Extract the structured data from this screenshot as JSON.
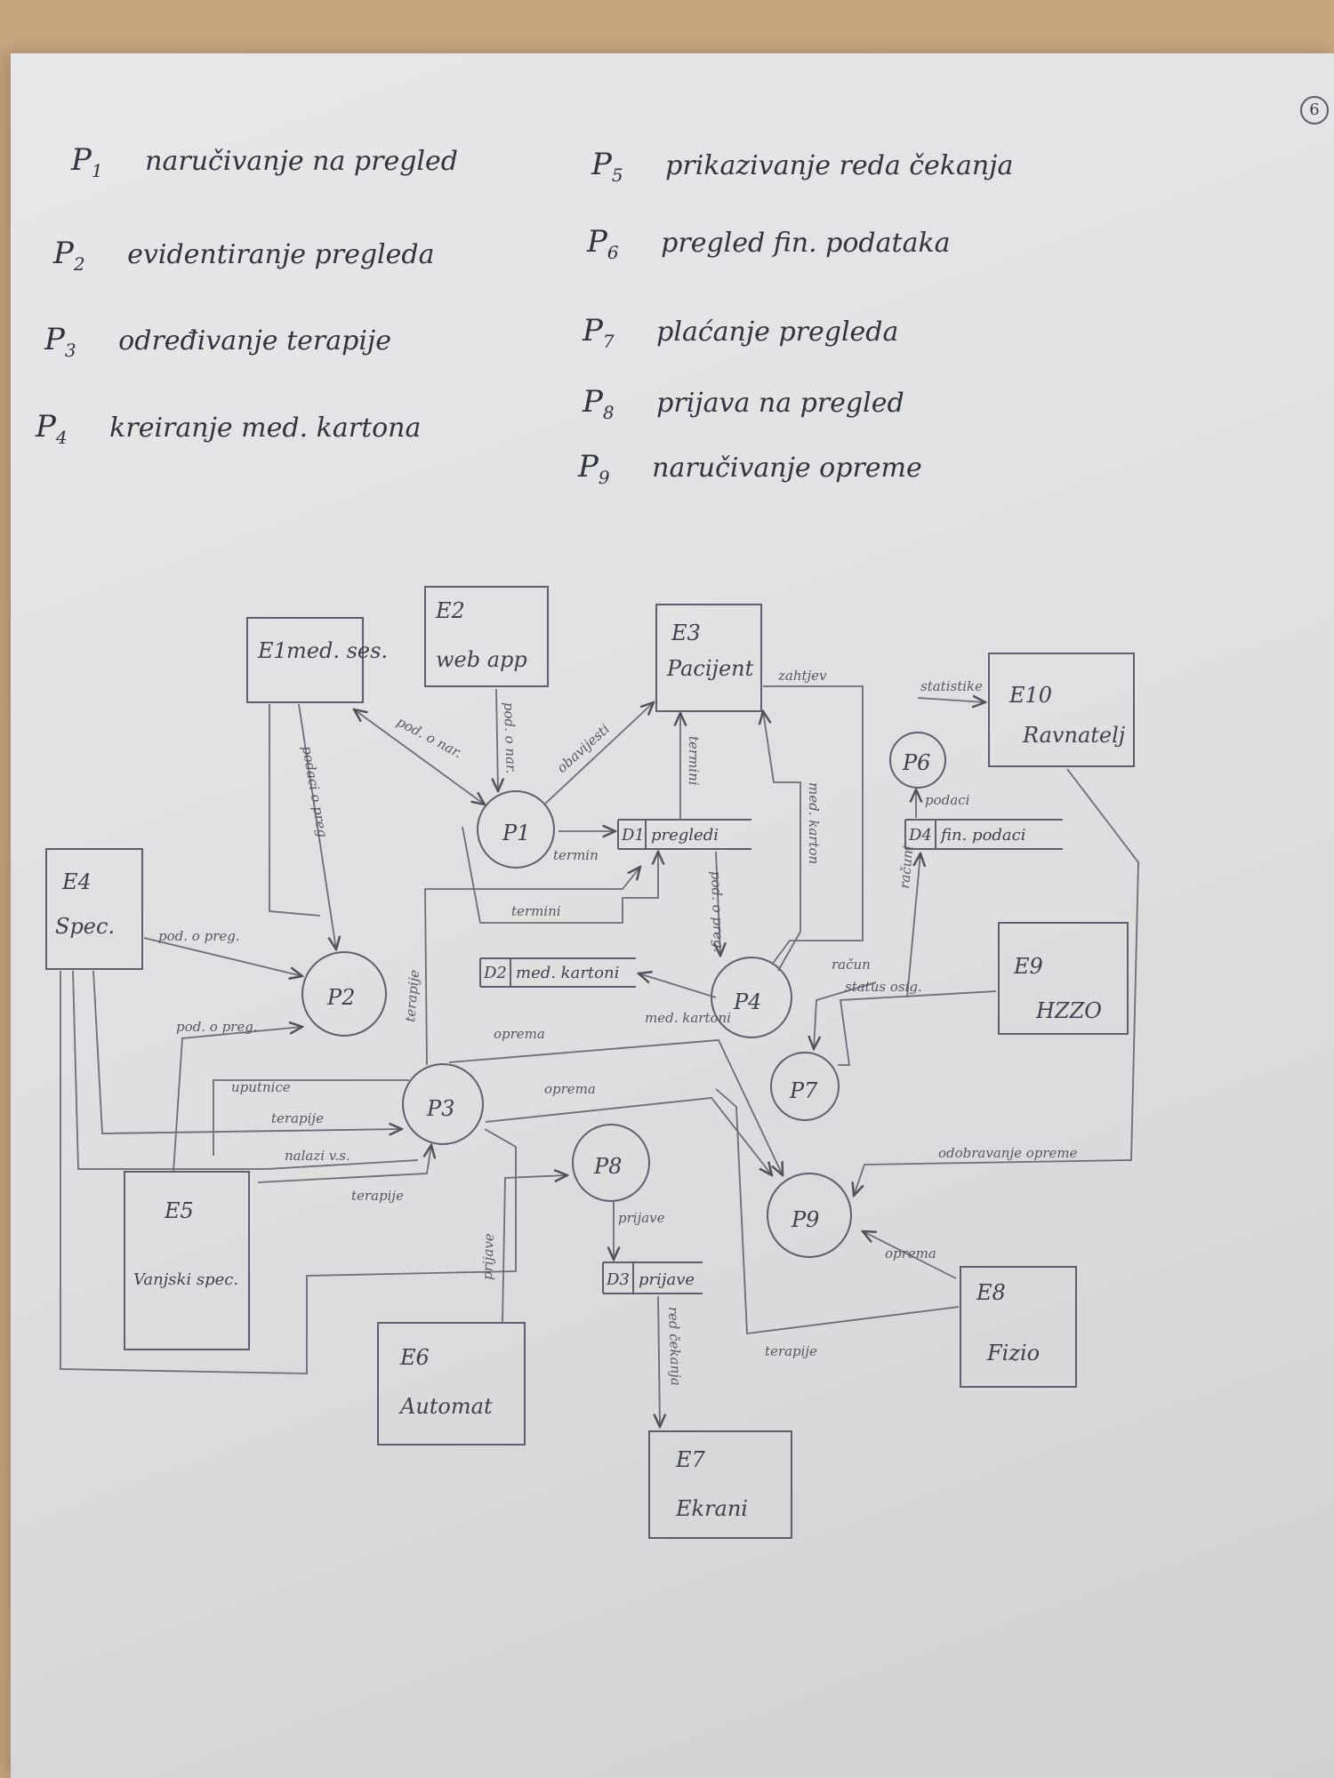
{
  "page": {
    "number": "6"
  },
  "legend": [
    {
      "id": "P1",
      "label": "naručivanje na pregled"
    },
    {
      "id": "P2",
      "label": "evidentiranje pregleda"
    },
    {
      "id": "P3",
      "label": "određivanje terapije"
    },
    {
      "id": "P4",
      "label": "kreiranje med. kartona"
    },
    {
      "id": "P5",
      "label": "prikazivanje reda čekanja"
    },
    {
      "id": "P6",
      "label": "pregled fin. podataka"
    },
    {
      "id": "P7",
      "label": "plaćanje pregleda"
    },
    {
      "id": "P8",
      "label": "prijava na pregled"
    },
    {
      "id": "P9",
      "label": "naručivanje opreme"
    }
  ],
  "entities": {
    "e1": {
      "code": "E1",
      "name": "med. ses."
    },
    "e2": {
      "code": "E2",
      "name": "web app"
    },
    "e3": {
      "code": "E3",
      "name": "Pacijent"
    },
    "e4": {
      "code": "E4",
      "name": "Spec."
    },
    "e5": {
      "code": "E5",
      "name": "Vanjski spec."
    },
    "e6": {
      "code": "E6",
      "name": "Automat"
    },
    "e7": {
      "code": "E7",
      "name": "Ekrani"
    },
    "e8": {
      "code": "E8",
      "name": "Fizio"
    },
    "e9": {
      "code": "E9",
      "name": "HZZO"
    },
    "e10": {
      "code": "E10",
      "name": "Ravnatelj"
    }
  },
  "processes": {
    "p1": "P1",
    "p2": "P2",
    "p3": "P3",
    "p4": "P4",
    "p6": "P6",
    "p7": "P7",
    "p8": "P8",
    "p9": "P9"
  },
  "stores": {
    "d1": {
      "code": "D1",
      "name": "pregledi"
    },
    "d2": {
      "code": "D2",
      "name": "med. kartoni"
    },
    "d3": {
      "code": "D3",
      "name": "prijave"
    },
    "d4": {
      "code": "D4",
      "name": "fin. podaci"
    }
  },
  "flows": {
    "e1_p1": "pod. o nar.",
    "e2_p1": "pod. o nar.",
    "p1_e3": "obavijesti",
    "p1_d1": "termin",
    "d1_e3": "termini",
    "termini_back": "termini",
    "e3_zahtjev": "zahtjev",
    "e3_medkarton": "med. karton",
    "e1_p2": "podaci o preg.",
    "e4_p2": "pod. o preg.",
    "e5_p2": "pod. o preg.",
    "d1_p4": "pod. o preg.",
    "p4_d2": "med. kartoni",
    "d4_p6": "podaci",
    "p6_e10": "statistike",
    "p7_d4": "računi",
    "p7_racun": "račun",
    "e9_status": "status osig.",
    "p3_terapije_top": "terapije",
    "p3_uputnice": "uputnice",
    "p3_terapije_mid": "terapije",
    "p3_nalaz": "nalazi v.s.",
    "p3_terapije_low": "terapije",
    "p3_oprema_top": "oprema",
    "p3_oprema_mid": "oprema",
    "e6_p8": "prijave",
    "p8_d3": "prijave",
    "d3_e7": "red čekanja",
    "e10_p9": "odobravanje opreme",
    "e8_p9": "oprema",
    "e8_terapije": "terapije"
  }
}
